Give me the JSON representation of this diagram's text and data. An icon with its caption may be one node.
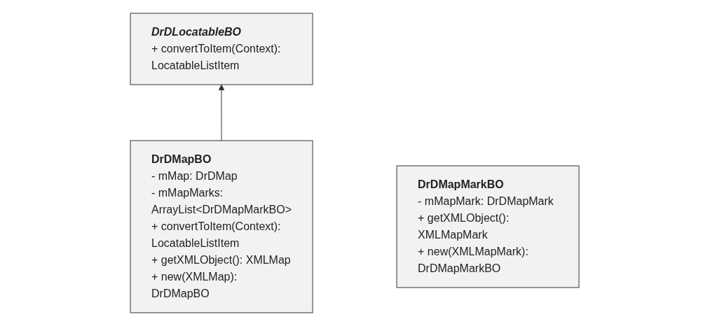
{
  "diagram": {
    "nodes": [
      {
        "text": [
          "DrDLocatableBO",
          "+ convertToItem(Context): LocatableListItem"
        ]
      },
      {
        "text": [
          "DrDMapBO",
          "- mMap: DrDMap",
          "- mMapMarks: ArrayList<DrDMapMarkBO>",
          "+ convertToItem(Context): LocatableListItem",
          "+ getXMLObject(): XMLMap",
          "+ new(XMLMap): DrDMapBO"
        ]
      },
      {
        "text": [
          "DrDMapMarkBO",
          "- mMapMark: DrDMapMark",
          "+ getXMLObject(): XMLMapMark",
          "+ new(XMLMapMark): DrDMapMarkBO"
        ]
      }
    ],
    "edges": [
      {
        "from": 1,
        "to": 0,
        "arrow": "to"
      }
    ]
  }
}
